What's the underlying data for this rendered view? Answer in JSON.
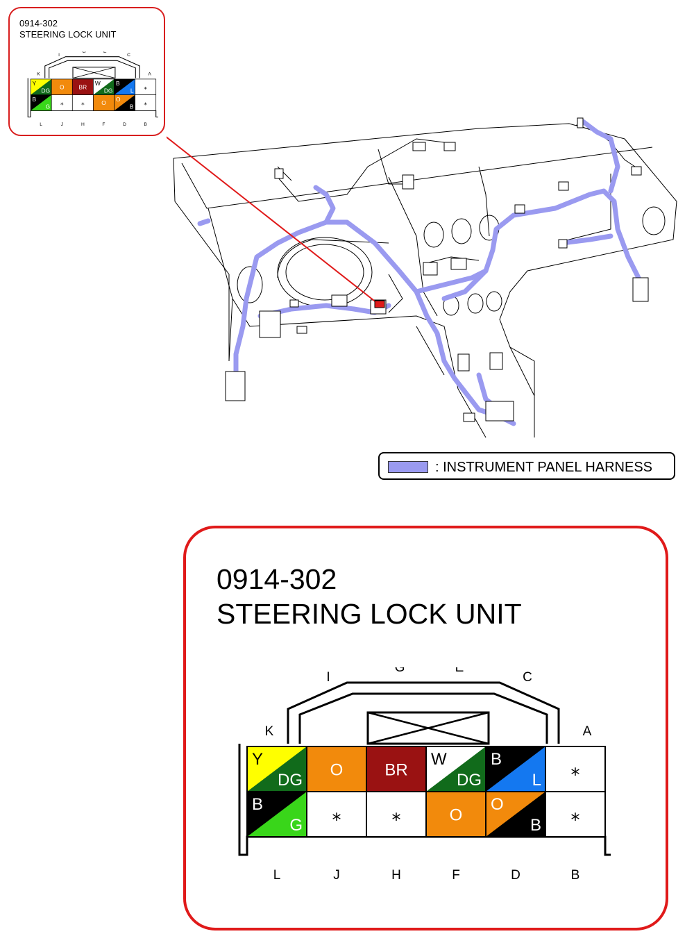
{
  "connector": {
    "code": "0914-302",
    "name": "STEERING LOCK UNIT",
    "top_letters": [
      "I",
      "G",
      "E",
      "C"
    ],
    "corner_letters": [
      "K",
      "A"
    ],
    "bottom_letters": [
      "L",
      "J",
      "H",
      "F",
      "D",
      "B"
    ],
    "top_row": [
      {
        "pin": "K",
        "type": "split",
        "label_a": "Y",
        "label_b": "DG",
        "color_a": "#ffff00",
        "color_b": "#116b1b",
        "text_a": "#000000",
        "text_b": "#ffffff"
      },
      {
        "pin": "I",
        "type": "solid",
        "label": "O",
        "color": "#f28a0c",
        "text": "#ffffff"
      },
      {
        "pin": "G",
        "type": "solid",
        "label": "BR",
        "color": "#9a1212",
        "text": "#ffffff"
      },
      {
        "pin": "E",
        "type": "split",
        "label_a": "W",
        "label_b": "DG",
        "color_a": "#ffffff",
        "color_b": "#116b1b",
        "text_a": "#000000",
        "text_b": "#ffffff"
      },
      {
        "pin": "C",
        "type": "split",
        "label_a": "B",
        "label_b": "L",
        "color_a": "#000000",
        "color_b": "#1478f0",
        "text_a": "#ffffff",
        "text_b": "#ffffff"
      },
      {
        "pin": "A",
        "type": "empty",
        "label": "⁎",
        "color": "#ffffff",
        "text": "#000000"
      }
    ],
    "bottom_row": [
      {
        "pin": "L",
        "type": "split",
        "label_a": "B",
        "label_b": "G",
        "color_a": "#000000",
        "color_b": "#39d61a",
        "text_a": "#ffffff",
        "text_b": "#ffffff"
      },
      {
        "pin": "J",
        "type": "empty",
        "label": "⁎",
        "color": "#ffffff",
        "text": "#000000"
      },
      {
        "pin": "H",
        "type": "empty",
        "label": "⁎",
        "color": "#ffffff",
        "text": "#000000"
      },
      {
        "pin": "F",
        "type": "solid",
        "label": "O",
        "color": "#f28a0c",
        "text": "#ffffff"
      },
      {
        "pin": "D",
        "type": "split",
        "label_a": "O",
        "label_b": "B",
        "color_a": "#f28a0c",
        "color_b": "#000000",
        "text_a": "#ffffff",
        "text_b": "#ffffff"
      },
      {
        "pin": "B",
        "type": "empty",
        "label": "⁎",
        "color": "#ffffff",
        "text": "#000000"
      }
    ]
  },
  "legend": {
    "label": ": INSTRUMENT PANEL HARNESS",
    "harness_color": "#9a9af0"
  },
  "colors": {
    "callout_border": "#e01a1a",
    "pointer_line": "#e01a1a"
  }
}
